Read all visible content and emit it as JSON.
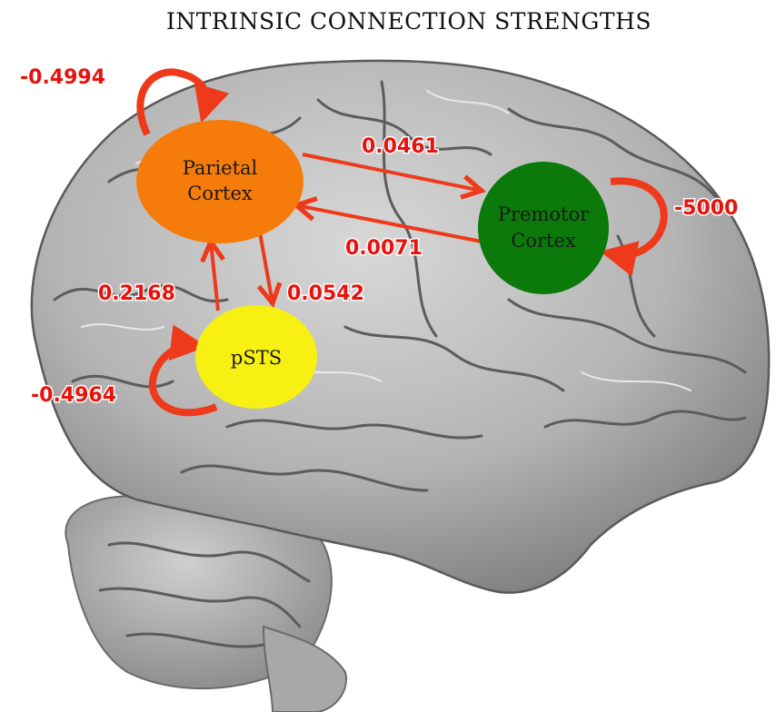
{
  "title": "INTRINSIC CONNECTION STRENGTHS",
  "colors": {
    "edge": "#ee3a1a",
    "edge_label": "#e8120c",
    "parietal": "#f57c0a",
    "premotor": "#0b7a0b",
    "psts": "#f7f012"
  },
  "nodes": {
    "parietal": {
      "line1": "Parietal",
      "line2": "Cortex"
    },
    "premotor": {
      "line1": "Premotor",
      "line2": "Cortex"
    },
    "psts": {
      "label": "pSTS"
    }
  },
  "edges": {
    "parietal_self": "-0.4994",
    "parietal_to_premotor": "0.0461",
    "premotor_to_parietal": "0.0071",
    "premotor_self": "-5000",
    "psts_to_parietal": "0.2168",
    "parietal_to_psts": "0.0542",
    "psts_self": "-0.4964"
  },
  "image": {
    "subject": "brain-illustration"
  }
}
